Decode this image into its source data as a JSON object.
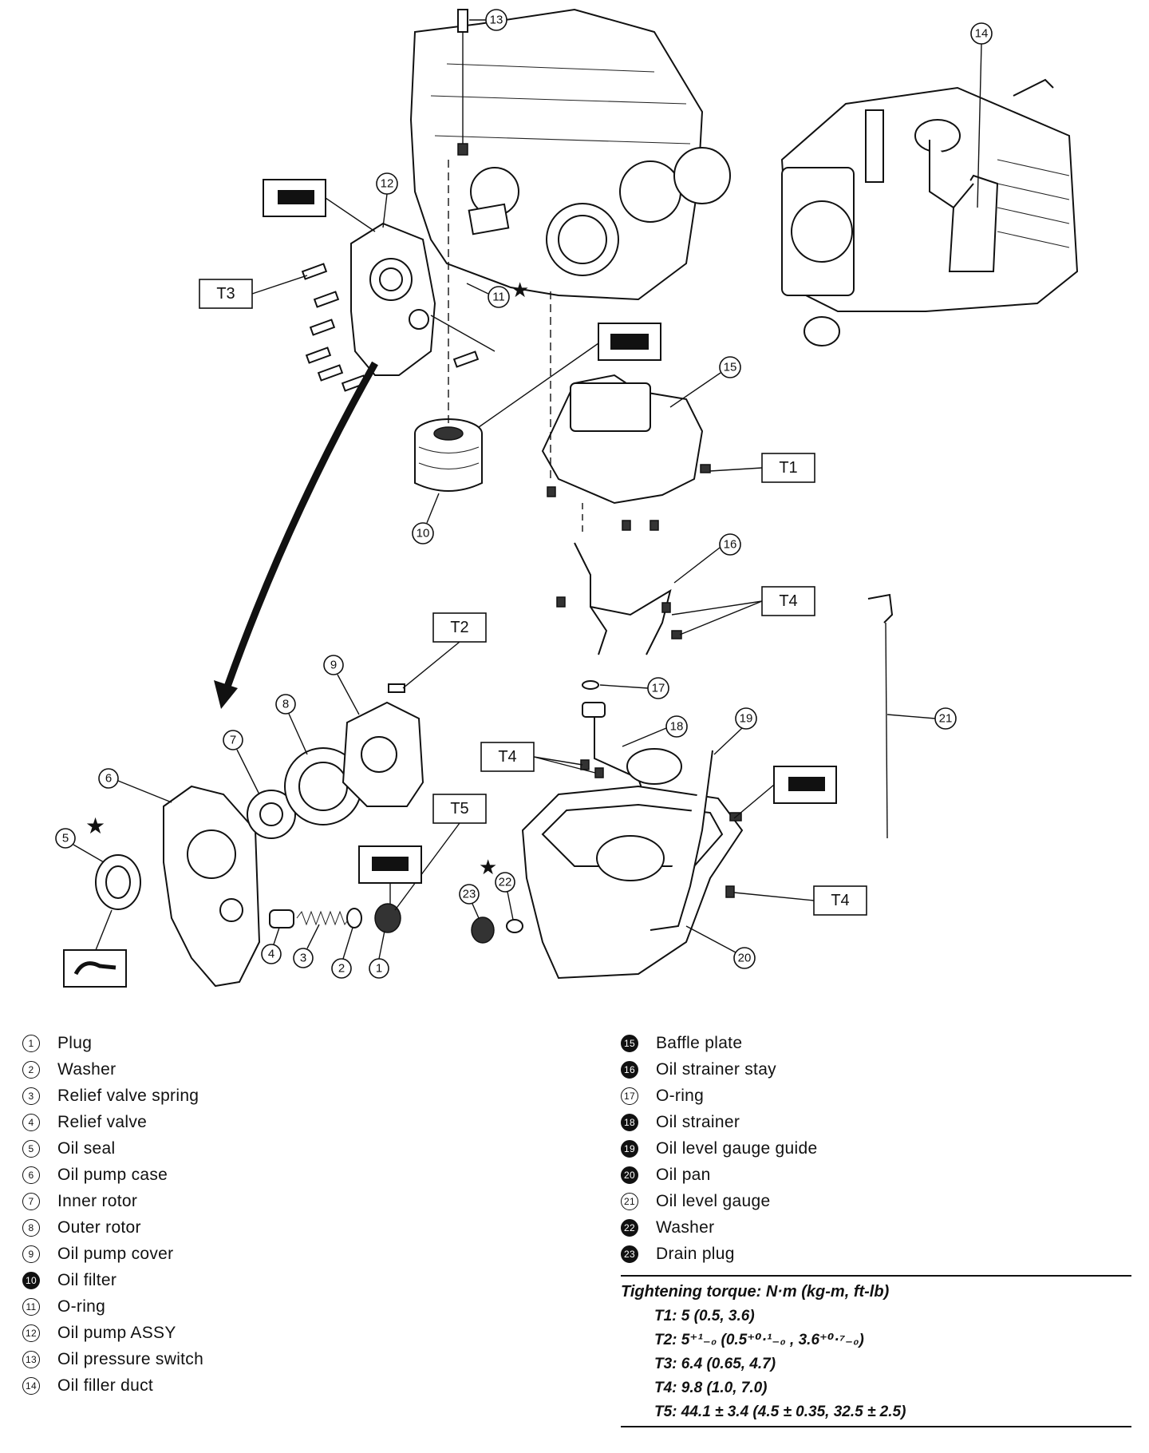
{
  "callouts": {
    "c1": "1",
    "c2": "2",
    "c3": "3",
    "c4": "4",
    "c5": "5",
    "c6": "6",
    "c7": "7",
    "c8": "8",
    "c9": "9",
    "c10": "10",
    "c11": "11",
    "c12": "12",
    "c13": "13",
    "c14": "14",
    "c15": "15",
    "c16": "16",
    "c17": "17",
    "c18": "18",
    "c19": "19",
    "c20": "20",
    "c21": "21",
    "c22": "22",
    "c23": "23"
  },
  "torque_boxes": {
    "t1": "T1",
    "t2": "T2",
    "t3": "T3",
    "t4a": "T4",
    "t4b": "T4",
    "t4c": "T4",
    "t5": "T5"
  },
  "legend": {
    "left": [
      {
        "num": "1",
        "label": "Plug"
      },
      {
        "num": "2",
        "label": "Washer"
      },
      {
        "num": "3",
        "label": "Relief valve spring"
      },
      {
        "num": "4",
        "label": "Relief valve"
      },
      {
        "num": "5",
        "label": "Oil seal"
      },
      {
        "num": "6",
        "label": "Oil pump case"
      },
      {
        "num": "7",
        "label": "Inner rotor"
      },
      {
        "num": "8",
        "label": "Outer rotor"
      },
      {
        "num": "9",
        "label": "Oil pump cover"
      },
      {
        "num": "10",
        "label": "Oil filter"
      },
      {
        "num": "11",
        "label": "O-ring"
      },
      {
        "num": "12",
        "label": "Oil pump ASSY"
      },
      {
        "num": "13",
        "label": "Oil pressure switch"
      },
      {
        "num": "14",
        "label": "Oil filler duct"
      }
    ],
    "right": [
      {
        "num": "15",
        "label": "Baffle plate"
      },
      {
        "num": "16",
        "label": "Oil strainer stay"
      },
      {
        "num": "17",
        "label": "O-ring"
      },
      {
        "num": "18",
        "label": "Oil strainer"
      },
      {
        "num": "19",
        "label": "Oil level gauge guide"
      },
      {
        "num": "20",
        "label": "Oil pan"
      },
      {
        "num": "21",
        "label": "Oil level gauge"
      },
      {
        "num": "22",
        "label": "Washer"
      },
      {
        "num": "23",
        "label": "Drain plug"
      }
    ]
  },
  "torque": {
    "heading": "Tightening torque: N·m (kg-m, ft-lb)",
    "lines": [
      "T1: 5 (0.5, 3.6)",
      "T2: 5⁺¹₋₀ (0.5⁺⁰·¹₋₀ , 3.6⁺⁰·⁷₋₀)",
      "T3: 6.4 (0.65, 4.7)",
      "T4: 9.8 (1.0, 7.0)",
      "T5: 44.1 ± 3.4 (4.5 ± 0.35, 32.5 ± 2.5)"
    ]
  }
}
